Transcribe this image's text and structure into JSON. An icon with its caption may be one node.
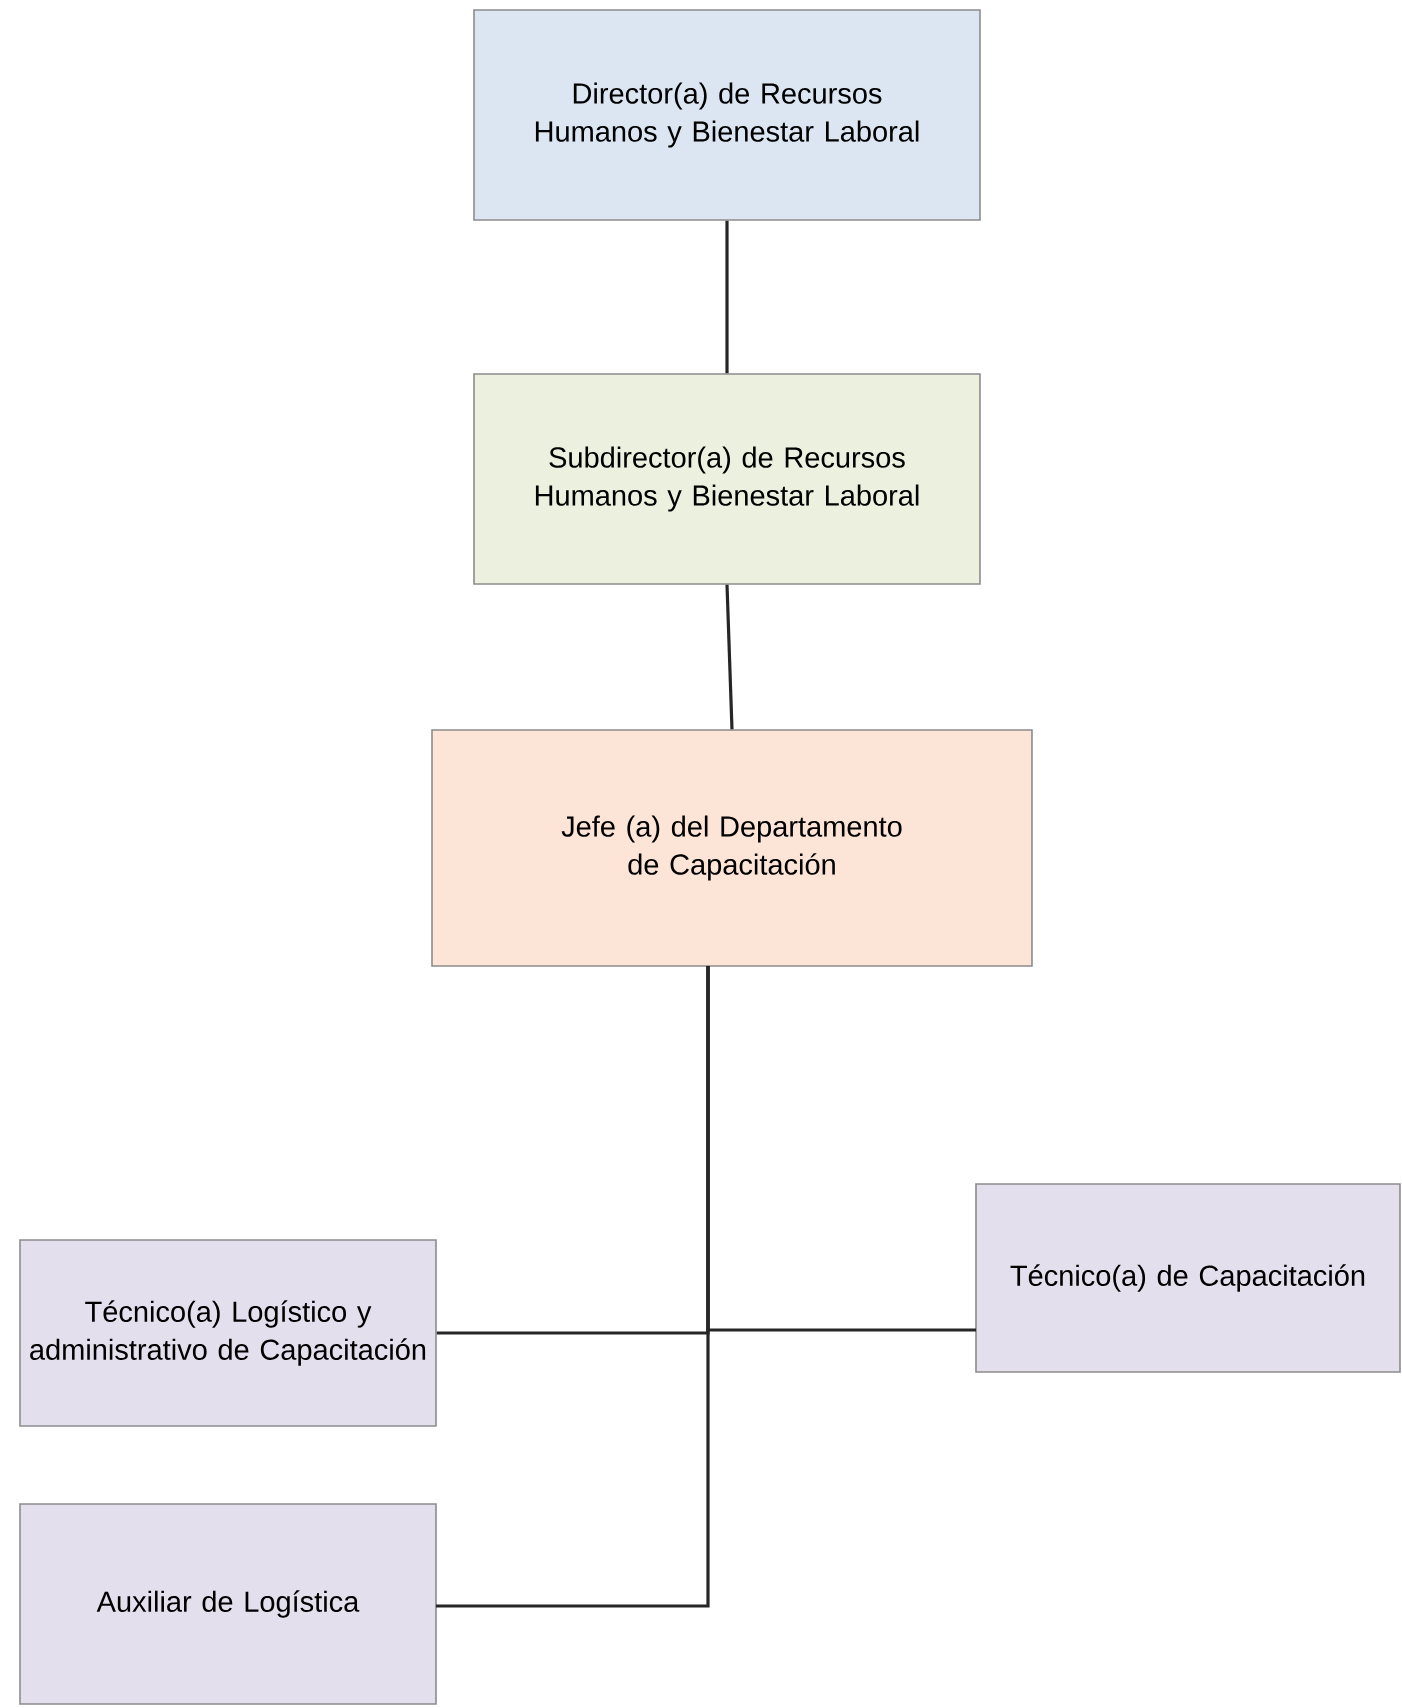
{
  "diagram": {
    "nodes": [
      {
        "text": [
          "Director(a) de Recursos Humanos y Bienestar Laboral"
        ]
      },
      {
        "text": [
          "Subdirector(a) de Recursos Humanos y Bienestar Laboral"
        ]
      },
      {
        "text": [
          "Jefe (a) del Departamento de Capacitación"
        ]
      },
      {
        "text": [
          "Técnico(a) Logístico y administrativo de Capacitación"
        ]
      },
      {
        "text": [
          "Técnico(a) de Capacitación"
        ]
      },
      {
        "text": [
          "Auxiliar de Logística"
        ]
      }
    ],
    "edges": [
      {
        "from": 0,
        "to": 1,
        "arrow": "none"
      },
      {
        "from": 1,
        "to": 2,
        "arrow": "none"
      },
      {
        "from": 2,
        "to": 3,
        "arrow": "none"
      },
      {
        "from": 2,
        "to": 4,
        "arrow": "none"
      },
      {
        "from": 2,
        "to": 5,
        "arrow": "none"
      }
    ]
  }
}
